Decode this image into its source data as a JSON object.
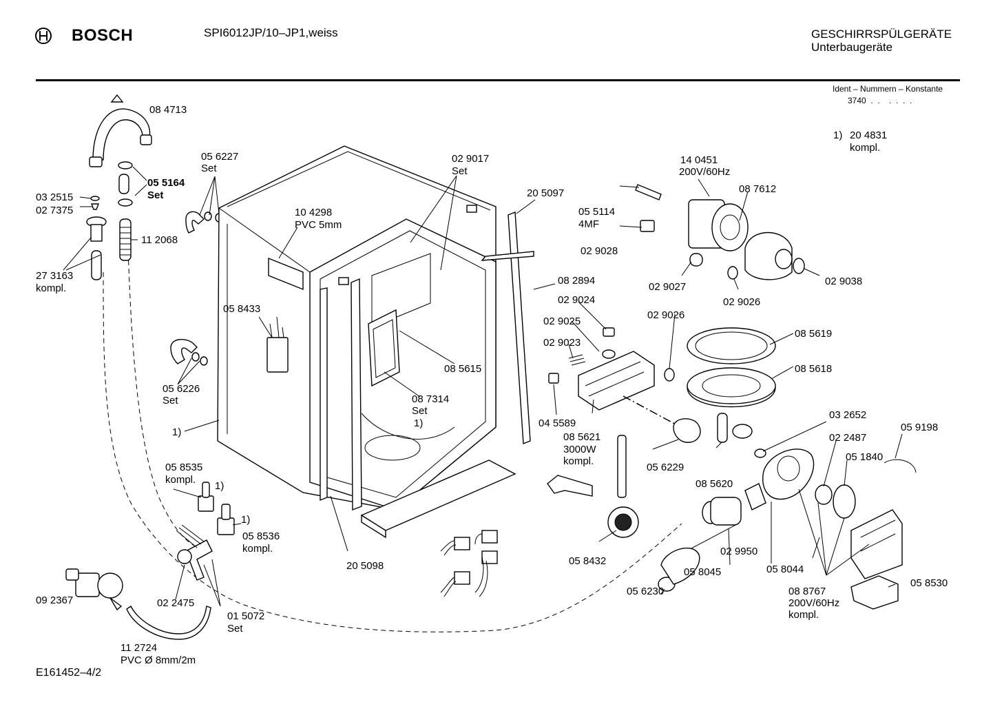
{
  "header": {
    "brand": "BOSCH",
    "model": "SPI6012JP/10–JP1,weiss",
    "category_line1": "GESCHIRRSPÜLGERÄTE",
    "category_line2": "Unterbaugeräte",
    "ident_title": "Ident – Nummern – Konstante",
    "ident_value": "3740  .  .    .  .  .  ."
  },
  "footnote": {
    "marker": "1)",
    "number": "20 4831",
    "text": "kompl."
  },
  "footer": {
    "drawing_id": "E161452–4/2"
  },
  "labels": {
    "p084713": "08 4713",
    "p055164": "05 5164",
    "p055164_set": "Set",
    "p032515": "03 2515",
    "p027375": "02 7375",
    "p273163": "27 3163",
    "p273163_kompl": "kompl.",
    "p112068": "11 2068",
    "p056227": "05 6227",
    "p056227_set": "Set",
    "p104298": "10 4298",
    "p104298_pvc": "PVC 5mm",
    "p058433": "05 8433",
    "p056226": "05 6226",
    "p056226_set": "Set",
    "p1_left": "1)",
    "p058535": "05 8535",
    "p058535_kompl": "kompl.",
    "p058535_fn": "1)",
    "p058536": "05 8536",
    "p058536_kompl": "kompl.",
    "p058536_fn": "1)",
    "p092367": "09 2367",
    "p022475": "02 2475",
    "p015072": "01 5072",
    "p015072_set": "Set",
    "p112724": "11 2724",
    "p112724_pvc": "PVC Ø 8mm/2m",
    "p029017": "02 9017",
    "p029017_set": "Set",
    "p205097": "20 5097",
    "p082894": "08 2894",
    "p085615": "08 5615",
    "p087314": "08 7314",
    "p087314_set": "Set",
    "p087314_fn": "1)",
    "p205098": "20 5098",
    "p055114": "05 5114",
    "p055114_mf": "4MF",
    "p029028": "02 9028",
    "p140451": "14 0451",
    "p140451_v": "200V/60Hz",
    "p087612": "08 7612",
    "p029027": "02 9027",
    "p029026a": "02 9026",
    "p029038": "02 9038",
    "p029024": "02 9024",
    "p029025": "02 9025",
    "p029023": "02 9023",
    "p029026b": "02 9026",
    "p085619": "08 5619",
    "p085618": "08 5618",
    "p045589": "04 5589",
    "p085621": "08 5621",
    "p085621_w": "3000W",
    "p085621_kompl": "kompl.",
    "p056229": "05 6229",
    "p085620": "08 5620",
    "p032652": "03 2652",
    "p022487": "02 2487",
    "p059198": "05 9198",
    "p051840": "05 1840",
    "p058432": "05 8432",
    "p056230": "05 6230",
    "p058045": "05 8045",
    "p029950": "02 9950",
    "p058044": "05 8044",
    "p088767": "08 8767",
    "p088767_v": "200V/60Hz",
    "p088767_kompl": "kompl.",
    "p058530": "05 8530"
  }
}
